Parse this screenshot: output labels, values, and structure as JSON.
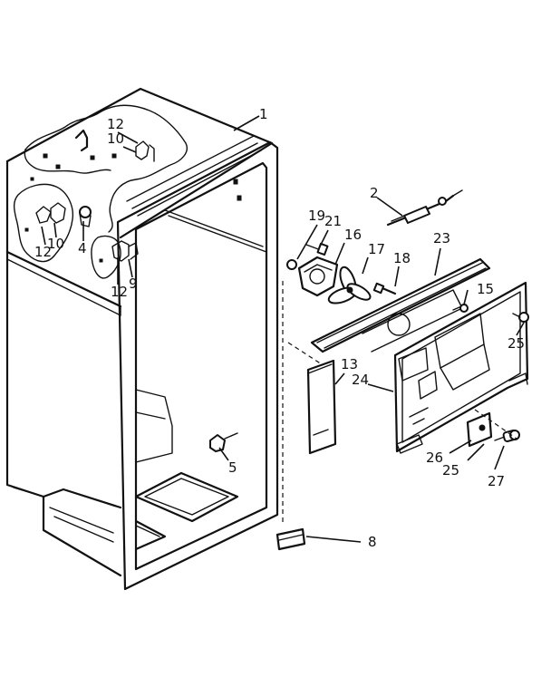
{
  "callouts": {
    "c1": "1",
    "c2": "2",
    "c4": "4",
    "c5": "5",
    "c8": "8",
    "c9": "9",
    "c10a": "10",
    "c10b": "10",
    "c12a": "12",
    "c12b": "12",
    "c12c": "12",
    "c13": "13",
    "c15": "15",
    "c16": "16",
    "c17": "17",
    "c18": "18",
    "c19": "19",
    "c21": "21",
    "c23": "23",
    "c24": "24",
    "c25a": "25",
    "c25b": "25",
    "c26": "26",
    "c27": "27"
  }
}
